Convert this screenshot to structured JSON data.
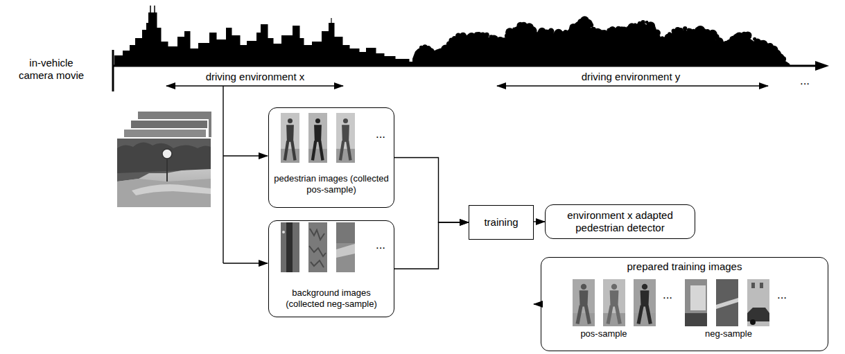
{
  "diagram": {
    "nodes": [
      {
        "text": [
          "pedestrian images (collected pos-sample)",
          "..."
        ]
      },
      {
        "text": [
          "background images (collected neg-sample)",
          "..."
        ]
      },
      {
        "text": [
          "training"
        ]
      },
      {
        "text": [
          "environment x adapted pedestrian detector"
        ]
      },
      {
        "text": [
          "prepared training images",
          "pos-sample",
          "neg-sample",
          "...",
          "..."
        ]
      }
    ],
    "edges": [
      {
        "from": 0,
        "to": 2,
        "arrow": "to"
      },
      {
        "from": 1,
        "to": 2,
        "arrow": "to"
      },
      {
        "from": 2,
        "to": 3,
        "arrow": "to"
      },
      {
        "from": 4,
        "to": 2,
        "arrow": "to"
      }
    ],
    "labels": [
      "in-vehicle camera movie",
      "driving environment x",
      "driving environment y",
      "..."
    ]
  }
}
